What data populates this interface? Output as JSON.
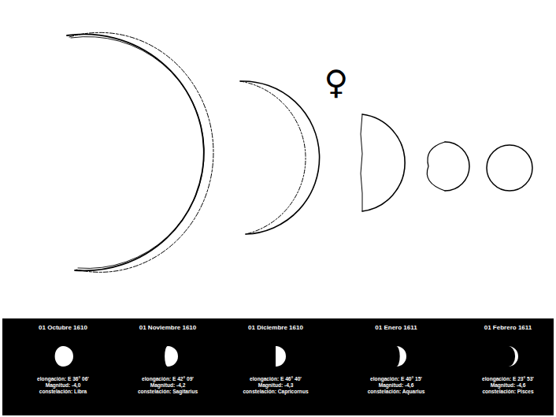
{
  "diagram": {
    "nodes": [
      {
        "text": [
          "01 Octubre 1610",
          "elongación: E 36° 06'",
          "Magnitud: -4,0",
          "constelación: Libra",
          "01 Noviembre 1610",
          "elongación: E 42° 09'",
          "Magnitud: -4,2",
          "constelación: Sagitarius",
          "01 Diciembre 1610",
          "elongación: E 46° 40'",
          "Magnitud: -4,3",
          "constelación: Capricornus",
          "01 Enero 1611",
          "elongación: E 40° 15'",
          "Magnitud: -4,6",
          "constelación: Aquarius",
          "01 Febrero 1611",
          "elongación: E 23° 53'",
          "Magnitud: -4,6",
          "constelación: Pisces"
        ]
      }
    ],
    "labels": [
      "♀"
    ]
  }
}
